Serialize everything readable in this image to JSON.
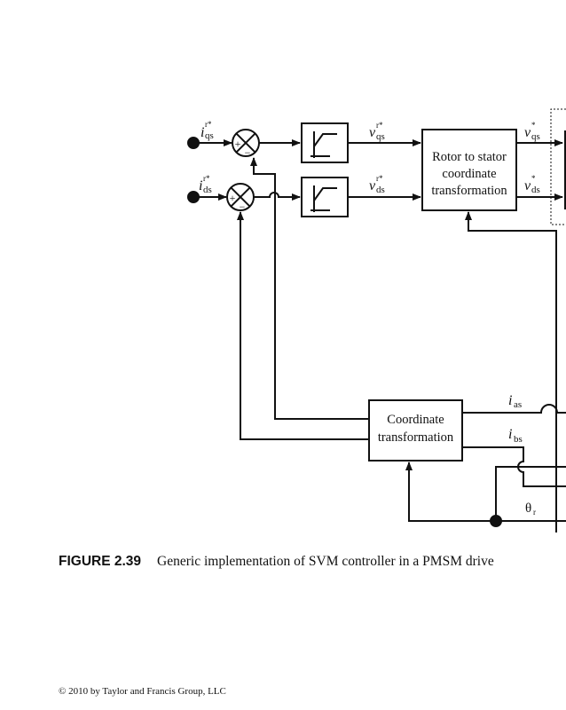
{
  "diagram": {
    "inputs": {
      "iqs_ref": {
        "base": "i",
        "sub": "qs",
        "sup": "r*"
      },
      "ids_ref": {
        "base": "i",
        "sub": "ds",
        "sup": "r*"
      }
    },
    "summers": [
      {
        "plus": "+",
        "minus": "−"
      },
      {
        "plus": "+",
        "minus": "−"
      }
    ],
    "signals": {
      "vqs_r": {
        "base": "v",
        "sub": "qs",
        "sup": "r*"
      },
      "vds_r": {
        "base": "v",
        "sub": "ds",
        "sup": "r*"
      },
      "vqs": {
        "base": "v",
        "sub": "qs",
        "sup": "*"
      },
      "vds": {
        "base": "v",
        "sub": "ds",
        "sup": "*"
      },
      "ias": {
        "base": "i",
        "sub": "as"
      },
      "ibs": {
        "base": "i",
        "sub": "bs"
      },
      "theta": {
        "base": "θ",
        "sub": "r"
      }
    },
    "blocks": {
      "rotor_to_stator": [
        "Rotor to stator",
        "coordinate",
        "transformation"
      ],
      "coord_transform": [
        "Coordinate",
        "transformation"
      ]
    }
  },
  "caption": {
    "figure_label": "FIGURE 2.39",
    "text": "Generic implementation of SVM controller in a PMSM drive"
  },
  "footer": {
    "copyright": "© 2010 by Taylor and Francis Group, LLC"
  }
}
